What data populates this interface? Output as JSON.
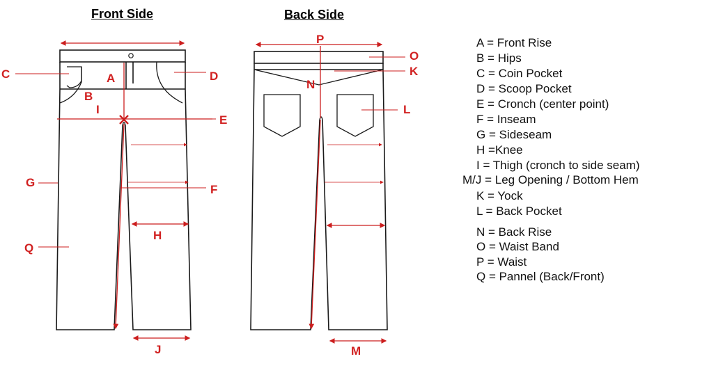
{
  "titles": {
    "front": "Front Side",
    "back": "Back Side"
  },
  "colors": {
    "outline": "#1a1a1a",
    "measure": "#cc1e1e",
    "label": "#d12121"
  },
  "diagram_labels": {
    "front": {
      "A": "A",
      "B": "B",
      "C": "C",
      "D": "D",
      "E": "E",
      "F": "F",
      "G": "G",
      "H": "H",
      "I": "I",
      "J": "J",
      "Q": "Q"
    },
    "back": {
      "P": "P",
      "O": "O",
      "K": "K",
      "N": "N",
      "L": "L",
      "M": "M"
    }
  },
  "legend": [
    {
      "key": "A",
      "text": "A = Front Rise"
    },
    {
      "key": "B",
      "text": "B = Hips"
    },
    {
      "key": "C",
      "text": "C = Coin Pocket"
    },
    {
      "key": "D",
      "text": "D = Scoop Pocket"
    },
    {
      "key": "E",
      "text": "E = Cronch (center point)"
    },
    {
      "key": "F",
      "text": "F = Inseam"
    },
    {
      "key": "G",
      "text": "G = Sideseam"
    },
    {
      "key": "H",
      "text": "H =Knee"
    },
    {
      "key": "I",
      "text": "I = Thigh (cronch to side seam)"
    },
    {
      "key": "MJ",
      "text": "M/J = Leg Opening / Bottom Hem"
    },
    {
      "key": "K",
      "text": "K = Yock"
    },
    {
      "key": "L",
      "text": "L = Back Pocket"
    },
    {
      "key": "N",
      "text": "N = Back Rise"
    },
    {
      "key": "O",
      "text": "O = Waist Band"
    },
    {
      "key": "P",
      "text": "P = Waist"
    },
    {
      "key": "Q",
      "text": "Q = Pannel (Back/Front)"
    }
  ]
}
